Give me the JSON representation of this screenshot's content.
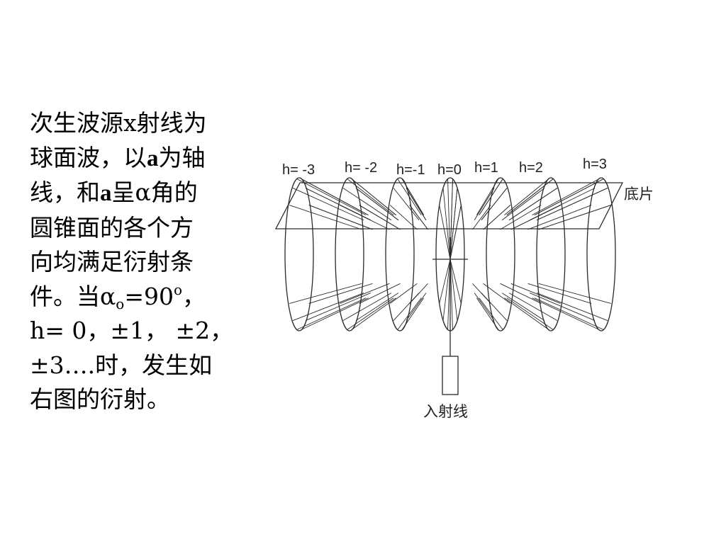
{
  "description": {
    "l1": "次生波源x射线为",
    "l2a": "球面波，以",
    "l2b": "a",
    "l2c": "为轴",
    "l3a": "线，和",
    "l3b": "a",
    "l3c": "呈α角的",
    "l4": "圆锥面的各个方",
    "l5": "向均满足衍射条",
    "l6a": "件。当α",
    "l6b": "o",
    "l6c": "=90",
    "l6d": "o",
    "l6e": "，",
    "l7": "h=  0，±1， ±2，",
    "l8": "±3….时，发生如",
    "l9": "右图的衍射。"
  },
  "diagram": {
    "cones": [
      {
        "label": "h= -3",
        "h": -3
      },
      {
        "label": "h= -2",
        "h": -2
      },
      {
        "label": "h=-1",
        "h": -1
      },
      {
        "label": "h=0",
        "h": 0
      },
      {
        "label": "h=1",
        "h": 1
      },
      {
        "label": "h=2",
        "h": 2
      },
      {
        "label": "h=3",
        "h": 3
      }
    ],
    "film_label": "底片",
    "beam_label": "入射线",
    "line_color": "#2a2a2a"
  }
}
